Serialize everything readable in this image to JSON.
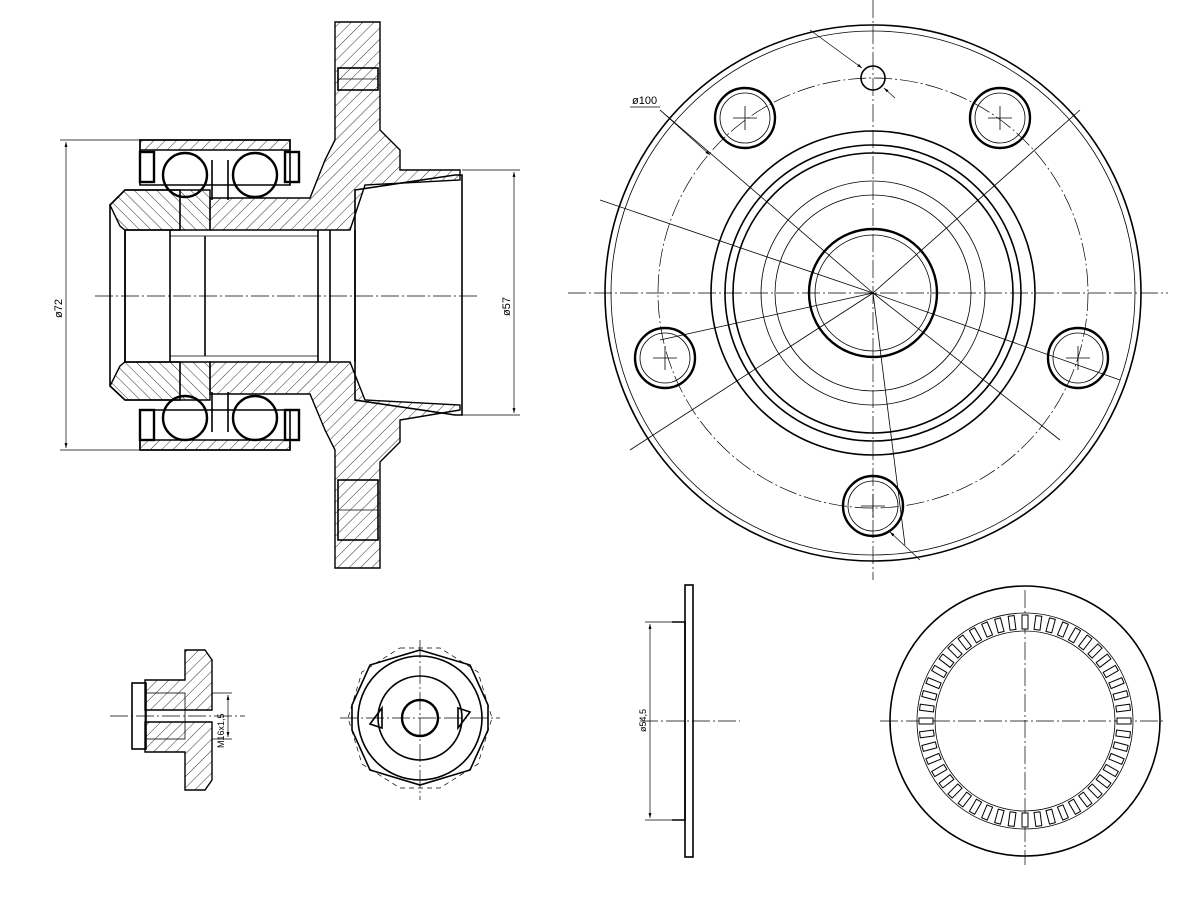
{
  "labels": {
    "hub_outer_diameter": "ø72",
    "hub_bore_diameter": "ø57",
    "bolt_circle_diameter": "ø100",
    "nut_thread": "M16x1,5",
    "shield_diameter": "ø54,5"
  }
}
